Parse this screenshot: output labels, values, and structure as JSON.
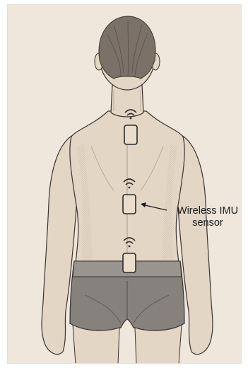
{
  "figure": {
    "callout": {
      "line1": "Wireless IMU",
      "line2": "sensor"
    },
    "sensors": [
      {
        "name": "upper-back-sensor"
      },
      {
        "name": "mid-back-sensor"
      },
      {
        "name": "lower-back-sensor"
      }
    ],
    "colors": {
      "background": "#efe7dc",
      "skin": "#e3d6c5",
      "skin_shade": "#cdbda9",
      "hair": "#7b7168",
      "shorts": "#8b8681",
      "ink": "#2b2b2b"
    }
  }
}
